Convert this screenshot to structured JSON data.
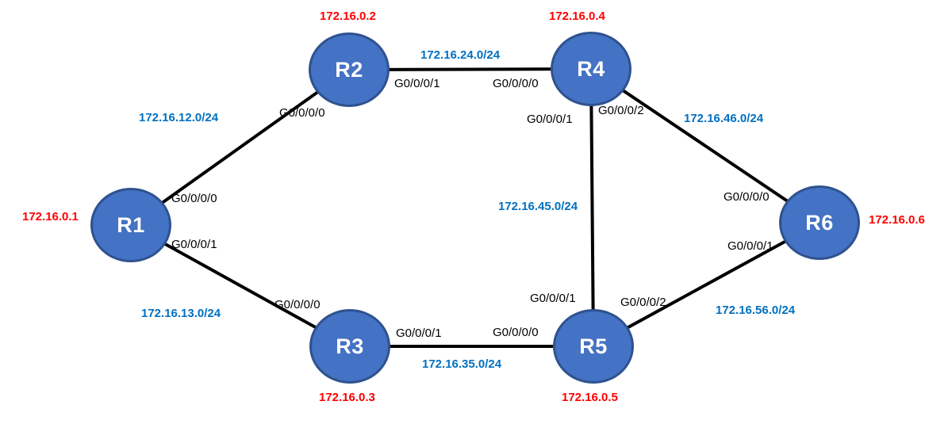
{
  "diagram": {
    "type": "network-topology",
    "colors": {
      "node_fill": "#4472C4",
      "node_border": "#2F528F",
      "link": "#000000",
      "subnet_label": "#0070C0",
      "ip_label": "#FF0000",
      "interface_label": "#000000"
    },
    "nodes": [
      {
        "id": "R1",
        "label": "R1",
        "ip": "172.16.0.1"
      },
      {
        "id": "R2",
        "label": "R2",
        "ip": "172.16.0.2"
      },
      {
        "id": "R3",
        "label": "R3",
        "ip": "172.16.0.3"
      },
      {
        "id": "R4",
        "label": "R4",
        "ip": "172.16.0.4"
      },
      {
        "id": "R5",
        "label": "R5",
        "ip": "172.16.0.5"
      },
      {
        "id": "R6",
        "label": "R6",
        "ip": "172.16.0.6"
      }
    ],
    "links": [
      {
        "from": "R1",
        "to": "R2",
        "subnet": "172.16.12.0/24",
        "from_if": "G0/0/0/0",
        "to_if": "G0/0/0/0"
      },
      {
        "from": "R1",
        "to": "R3",
        "subnet": "172.16.13.0/24",
        "from_if": "G0/0/0/1",
        "to_if": "G0/0/0/0"
      },
      {
        "from": "R2",
        "to": "R4",
        "subnet": "172.16.24.0/24",
        "from_if": "G0/0/0/1",
        "to_if": "G0/0/0/0"
      },
      {
        "from": "R3",
        "to": "R5",
        "subnet": "172.16.35.0/24",
        "from_if": "G0/0/0/1",
        "to_if": "G0/0/0/0"
      },
      {
        "from": "R4",
        "to": "R5",
        "subnet": "172.16.45.0/24",
        "from_if": "G0/0/0/1",
        "to_if": "G0/0/0/1"
      },
      {
        "from": "R4",
        "to": "R6",
        "subnet": "172.16.46.0/24",
        "from_if": "G0/0/0/2",
        "to_if": "G0/0/0/0"
      },
      {
        "from": "R5",
        "to": "R6",
        "subnet": "172.16.56.0/24",
        "from_if": "G0/0/0/2",
        "to_if": "G0/0/0/1"
      }
    ]
  }
}
